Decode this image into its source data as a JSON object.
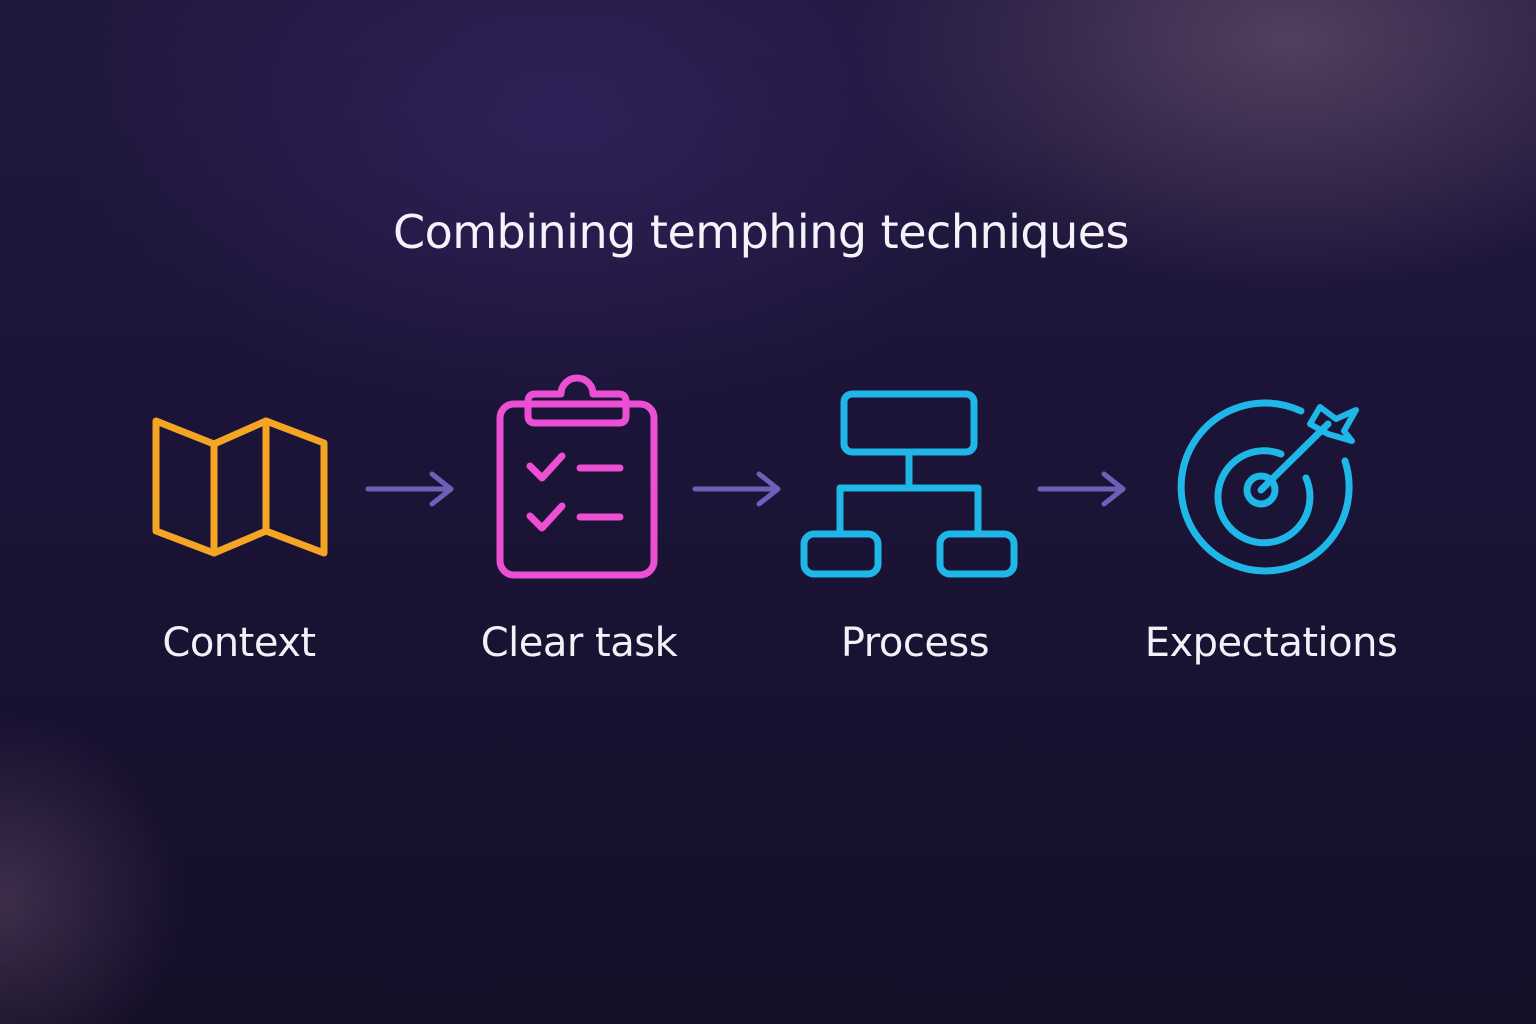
{
  "title": "Combining temphing techniques",
  "steps": [
    {
      "label": "Context",
      "icon": "folded-map-icon",
      "color": "#f5a524"
    },
    {
      "label": "Clear task",
      "icon": "clipboard-checklist-icon",
      "color": "#ec4fd3"
    },
    {
      "label": "Process",
      "icon": "flowchart-hierarchy-icon",
      "color": "#1fb6e8"
    },
    {
      "label": "Expectations",
      "icon": "target-arrow-icon",
      "color": "#1fb6e8"
    }
  ],
  "arrow_color": "#6f5fb8",
  "connectors": [
    "arrow-right-icon",
    "arrow-right-icon",
    "arrow-right-icon"
  ]
}
